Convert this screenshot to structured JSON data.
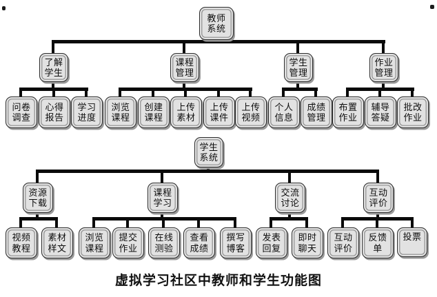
{
  "figure": {
    "caption": "虚拟学习社区中教师和学生功能图"
  },
  "teacher_tree": {
    "root": "教师\n系统",
    "branches": [
      {
        "label": "了解\n学生",
        "children": [
          "问卷\n调查",
          "心得\n报告",
          "学习\n进度"
        ]
      },
      {
        "label": "课程\n管理",
        "children": [
          "浏览\n课程",
          "创建\n课程",
          "上传\n素材",
          "上传\n课件",
          "上传\n视频"
        ]
      },
      {
        "label": "学生\n管理",
        "children": [
          "个人\n信息",
          "成绩\n管理"
        ]
      },
      {
        "label": "作业\n管理",
        "children": [
          "布置\n作业",
          "辅导\n答疑",
          "批改\n作业"
        ]
      }
    ]
  },
  "student_tree": {
    "root": "学生\n系统",
    "branches": [
      {
        "label": "资源\n下载",
        "children": [
          "视频\n教程",
          "素材\n样文"
        ]
      },
      {
        "label": "课程\n学习",
        "children": [
          "浏览\n课程",
          "提交\n作业",
          "在线\n测验",
          "查看\n成绩",
          "撰写\n博客"
        ]
      },
      {
        "label": "交流\n讨论",
        "children": [
          "发表\n回复",
          "即时\n聊天"
        ]
      },
      {
        "label": "互动\n评价",
        "children": [
          "互动\n评价",
          "反馈\n单",
          "投票"
        ]
      }
    ]
  },
  "colors": {
    "node_fill": "#e2e2e2",
    "node_border": "#2a2a2a",
    "connector": "#0a0a0a",
    "background": "#ffffff"
  }
}
